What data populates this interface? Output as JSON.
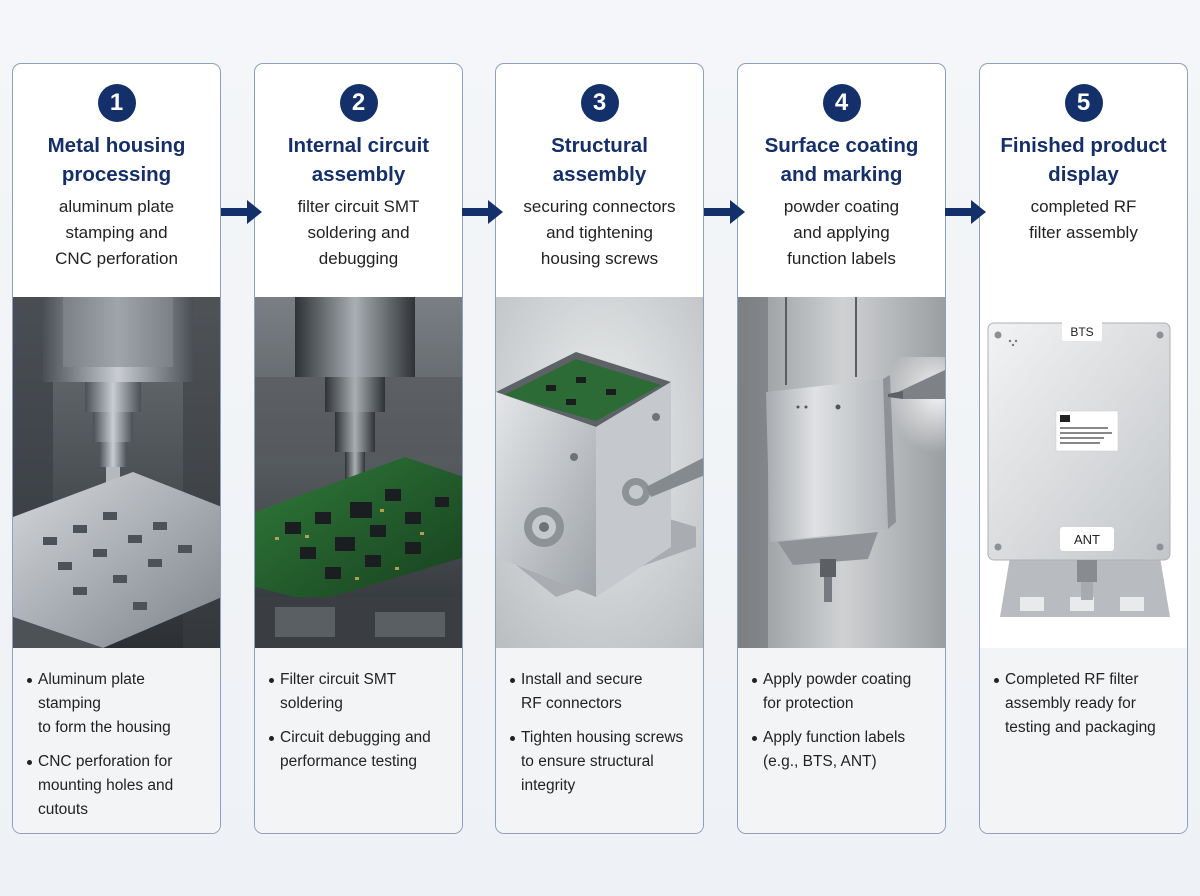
{
  "steps": [
    {
      "number": "1",
      "title_lines": [
        "Metal housing",
        "processing"
      ],
      "subtitle_lines": [
        "aluminum plate",
        "stamping and",
        "CNC perforation"
      ],
      "bullets": [
        [
          "Aluminum plate stamping",
          "to form the housing"
        ],
        [
          "CNC perforation for",
          "mounting holes and",
          "cutouts"
        ]
      ]
    },
    {
      "number": "2",
      "title_lines": [
        "Internal circuit",
        "assembly"
      ],
      "subtitle_lines": [
        "filter circuit SMT",
        "soldering and",
        "debugging"
      ],
      "bullets": [
        [
          "Filter circuit SMT",
          "soldering"
        ],
        [
          "Circuit debugging and",
          "performance testing"
        ]
      ]
    },
    {
      "number": "3",
      "title_lines": [
        "Structural",
        "assembly"
      ],
      "subtitle_lines": [
        "securing connectors",
        "and tightening",
        "housing screws"
      ],
      "bullets": [
        [
          "Install and secure",
          "RF connectors"
        ],
        [
          "Tighten housing screws",
          "to ensure structural",
          "integrity"
        ]
      ]
    },
    {
      "number": "4",
      "title_lines": [
        "Surface coating",
        "and marking"
      ],
      "subtitle_lines": [
        "powder coating",
        "and applying",
        "function labels"
      ],
      "bullets": [
        [
          "Apply powder coating",
          "for protection"
        ],
        [
          "Apply function labels",
          "(e.g., BTS, ANT)"
        ]
      ]
    },
    {
      "number": "5",
      "title_lines": [
        "Finished product",
        "display"
      ],
      "subtitle_lines": [
        "completed RF",
        "filter assembly"
      ],
      "bullets": [
        [
          "Completed RF filter",
          "assembly ready for",
          "testing and packaging"
        ]
      ]
    }
  ],
  "product_labels": {
    "top": "BTS",
    "bottom": "ANT"
  },
  "colors": {
    "accent": "#14306b",
    "card_border": "#8fa0bd",
    "footer_bg": "#f3f4f6"
  }
}
